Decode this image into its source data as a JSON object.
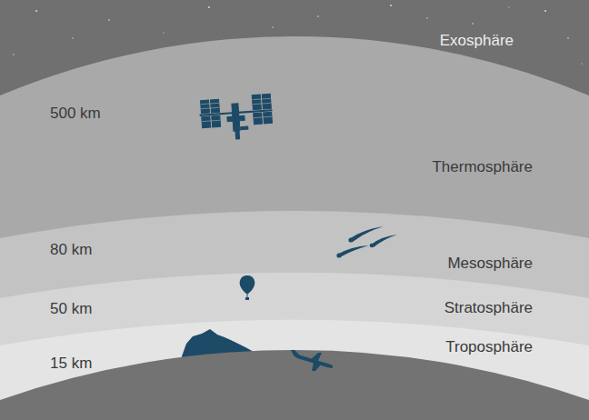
{
  "diagram": {
    "nodes": [
      {
        "text": [
          "Exosphäre"
        ]
      },
      {
        "text": [
          "Thermosphäre"
        ]
      },
      {
        "text": [
          "Mesosphäre"
        ]
      },
      {
        "text": [
          "Stratosphäre"
        ]
      },
      {
        "text": [
          "Troposphäre"
        ]
      }
    ],
    "labels": [
      "500 km",
      "80 km",
      "50 km",
      "15 km"
    ]
  }
}
